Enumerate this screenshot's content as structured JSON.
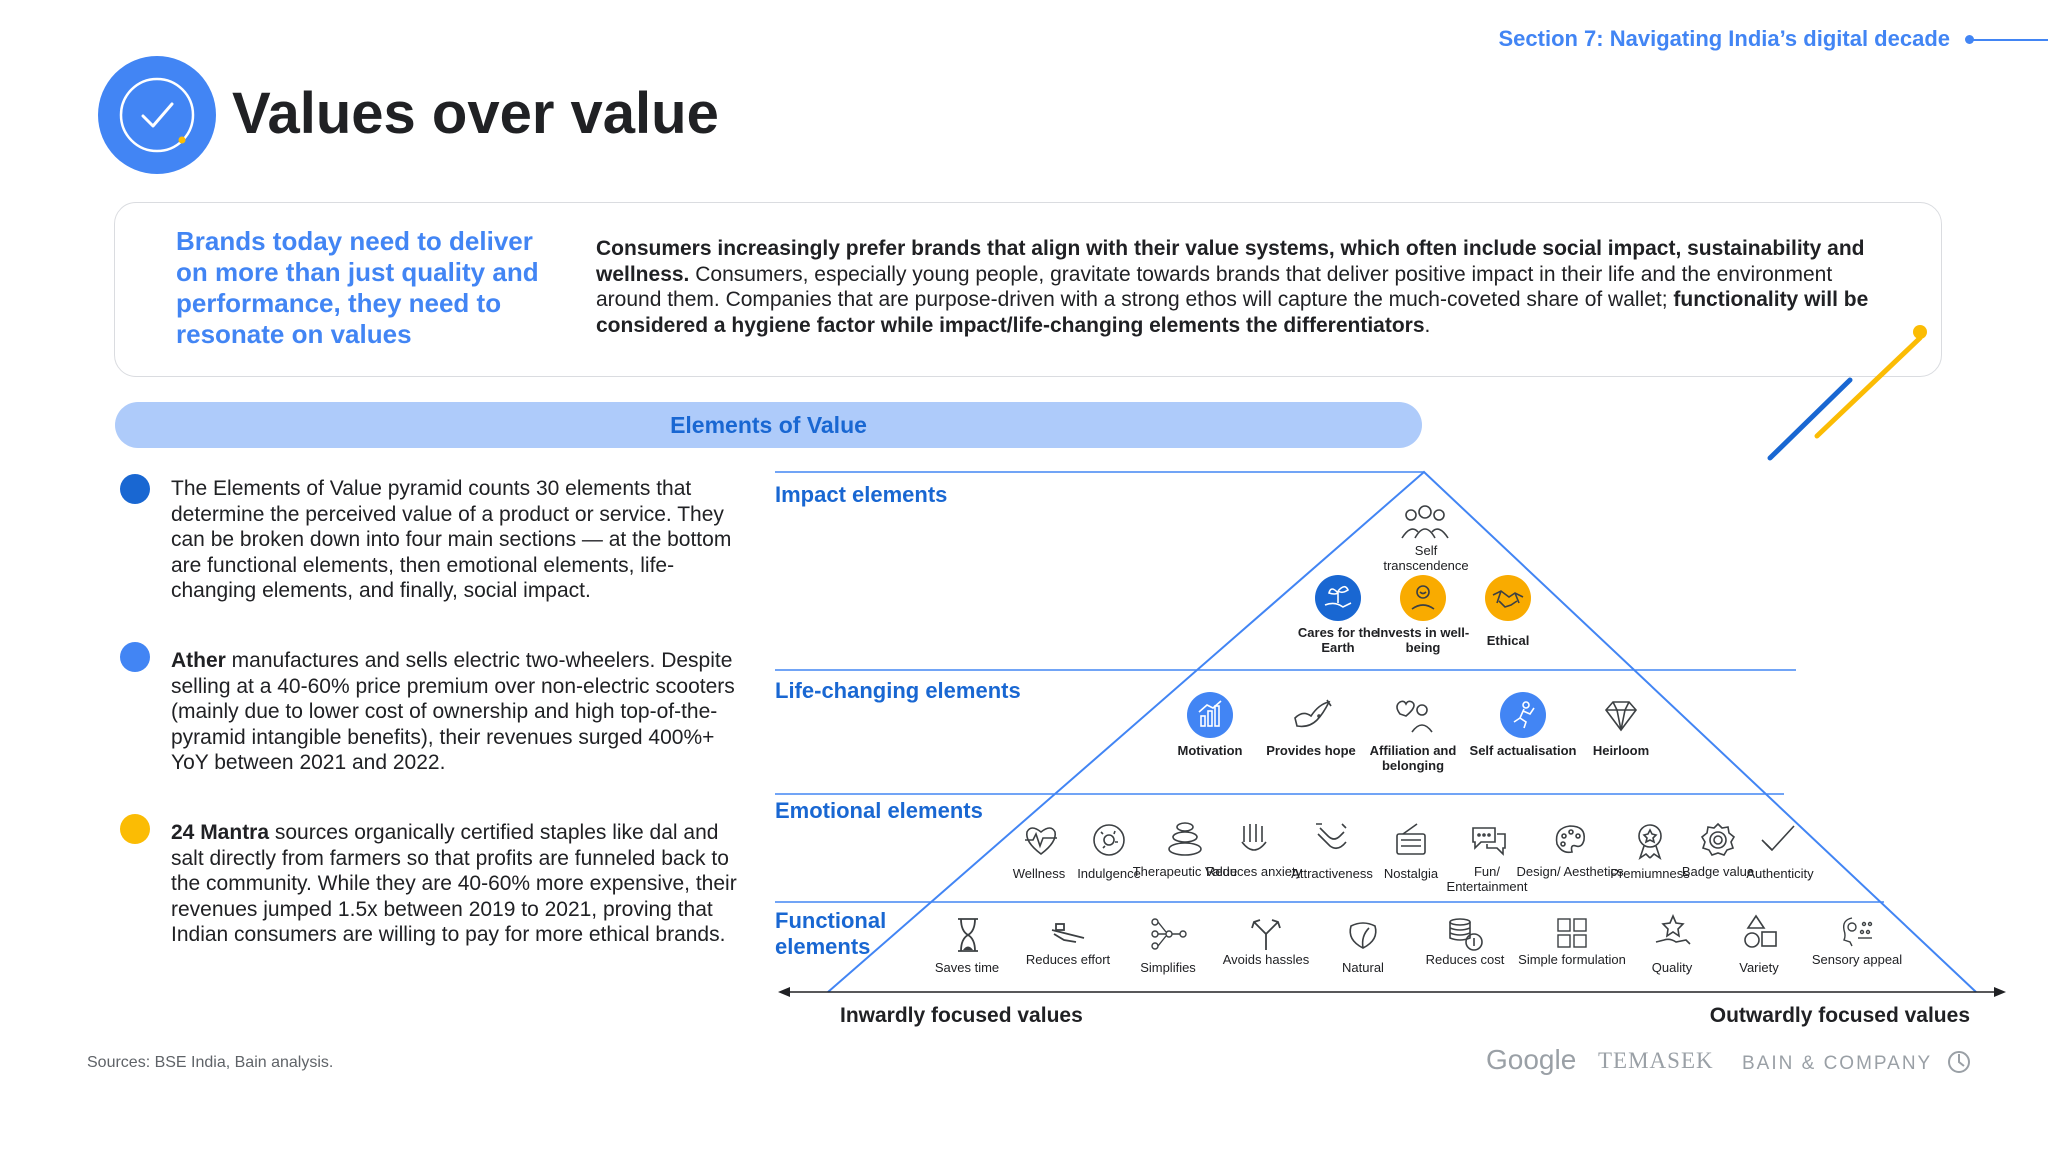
{
  "header": {
    "section": "Section 7: Navigating India’s digital decade",
    "title": "Values over value"
  },
  "intro": {
    "lead": "Brands today need to deliver on more than just quality and performance, they need to resonate on values",
    "body_bold_1": "Consumers increasingly prefer brands that align with their value systems, which often include social impact, sustainability and wellness.",
    "body_regular": " Consumers, especially young people, gravitate towards brands that deliver positive impact in their life and the environment around them. Companies that are purpose-driven with a strong ethos will capture the much-coveted share of wallet; ",
    "body_bold_2": "functionality will be considered a hygiene factor while impact/life-changing elements the differentiators",
    "body_end": "."
  },
  "elements_title": "Elements of Value",
  "bullets": [
    {
      "bold": "",
      "text": "The Elements of Value pyramid counts 30 elements that determine the perceived value of a product or service. They can be broken down into four main sections — at the bottom are functional elements, then emotional elements, life-changing elements, and finally, social impact.",
      "color": "#1967d2"
    },
    {
      "bold": "Ather",
      "text": " manufactures and sells electric two-wheelers. Despite selling at a 40-60% price premium over non-electric scooters (mainly due to lower cost  of ownership and high top-of-the-pyramid intangible benefits), their revenues surged 400%+ YoY between 2021 and 2022.",
      "color": "#4285f4"
    },
    {
      "bold": "24 Mantra",
      "text": " sources organically certified staples like dal and salt directly from farmers so that profits are funneled back to the community. While they are 40-60% more expensive, their revenues jumped 1.5x between 2019 to 2021, proving that Indian consumers are willing to pay for more ethical brands.",
      "color": "#fbbc04"
    }
  ],
  "pyramid": {
    "levels": {
      "impact": "Impact elements",
      "life": "Life-changing elements",
      "emotional": "Emotional elements",
      "functional": "Functional elements"
    },
    "impact": [
      {
        "label": "Self transcendence",
        "icon": "people-icon"
      },
      {
        "label": "Cares for the Earth",
        "icon": "plant-hand-icon",
        "fill": "#1967d2"
      },
      {
        "label": "Invests in well-being",
        "icon": "wellbeing-icon",
        "fill": "#f9ab00"
      },
      {
        "label": "Ethical",
        "icon": "handshake-icon",
        "fill": "#f9ab00"
      }
    ],
    "life": [
      {
        "label": "Motivation",
        "icon": "chart-icon",
        "fill": "#4285f4"
      },
      {
        "label": "Provides hope",
        "icon": "dove-icon"
      },
      {
        "label": "Affiliation and belonging",
        "icon": "affiliation-icon"
      },
      {
        "label": "Self actualisation",
        "icon": "climber-icon",
        "fill": "#4285f4"
      },
      {
        "label": "Heirloom",
        "icon": "diamond-icon"
      }
    ],
    "emotional": [
      {
        "label": "Wellness",
        "icon": "heartbeat-icon"
      },
      {
        "label": "Indulgence",
        "icon": "donut-icon"
      },
      {
        "label": "Therapeutic Value",
        "icon": "stones-icon"
      },
      {
        "label": "Reduces anxiety",
        "icon": "hand-icon"
      },
      {
        "label": "Attractiveness",
        "icon": "magnet-icon"
      },
      {
        "label": "Nostalgia",
        "icon": "radio-icon"
      },
      {
        "label": "Fun/ Entertainment",
        "icon": "chat-icon"
      },
      {
        "label": "Design/ Aesthetics",
        "icon": "palette-icon"
      },
      {
        "label": "Premiumness",
        "icon": "medal-icon"
      },
      {
        "label": "Badge value",
        "icon": "badge-icon"
      },
      {
        "label": "Authenticity",
        "icon": "check-icon"
      }
    ],
    "functional": [
      {
        "label": "Saves time",
        "icon": "hourglass-icon"
      },
      {
        "label": "Reduces effort",
        "icon": "lift-icon"
      },
      {
        "label": "Simplifies",
        "icon": "nodes-icon"
      },
      {
        "label": "Avoids hassles",
        "icon": "split-arrow-icon"
      },
      {
        "label": "Natural",
        "icon": "leaf-icon"
      },
      {
        "label": "Reduces cost",
        "icon": "coins-icon"
      },
      {
        "label": "Simple formulation",
        "icon": "grid-icon"
      },
      {
        "label": "Quality",
        "icon": "star-hand-icon"
      },
      {
        "label": "Variety",
        "icon": "shapes-icon"
      },
      {
        "label": "Sensory appeal",
        "icon": "sensory-icon"
      }
    ],
    "axis_left": "Inwardly focused values",
    "axis_right": "Outwardly focused values"
  },
  "footer": {
    "sources": "Sources: BSE India, Bain analysis.",
    "logos": [
      "Google",
      "TEMASEK",
      "BAIN & COMPANY"
    ]
  },
  "colors": {
    "blue": "#4285f4",
    "dark_blue": "#1967d2",
    "yellow": "#fbbc04",
    "light_blue": "#aecbfa"
  }
}
